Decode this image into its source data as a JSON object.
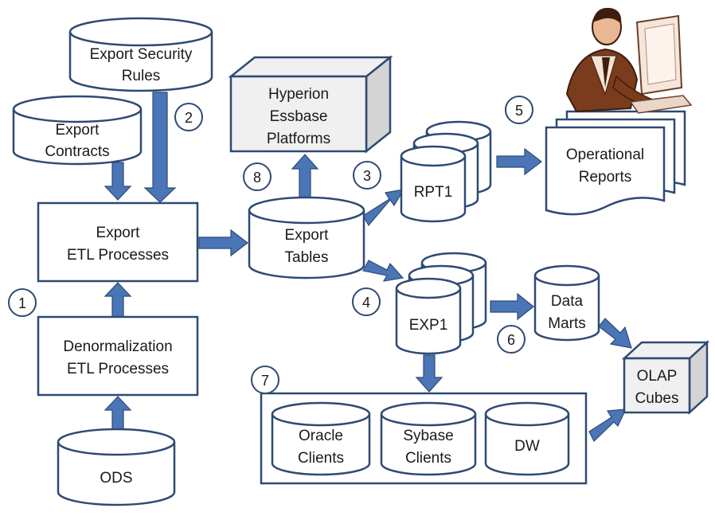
{
  "nodes": {
    "export_security_rules": {
      "line1": "Export Security",
      "line2": "Rules"
    },
    "export_contracts": {
      "line1": "Export",
      "line2": "Contracts"
    },
    "export_etl": {
      "line1": "Export",
      "line2": "ETL Processes"
    },
    "denorm_etl": {
      "line1": "Denormalization",
      "line2": "ETL Processes"
    },
    "ods": {
      "line1": "ODS"
    },
    "hyperion": {
      "line1": "Hyperion",
      "line2": "Essbase",
      "line3": "Platforms"
    },
    "export_tables": {
      "line1": "Export",
      "line2": "Tables"
    },
    "rpt1": {
      "line1": "RPT1"
    },
    "operational_reports": {
      "line1": "Operational",
      "line2": "Reports"
    },
    "exp1": {
      "line1": "EXP1"
    },
    "data_marts": {
      "line1": "Data",
      "line2": "Marts"
    },
    "olap_cubes": {
      "line1": "OLAP",
      "line2": "Cubes"
    },
    "oracle_clients": {
      "line1": "Oracle",
      "line2": "Clients"
    },
    "sybase_clients": {
      "line1": "Sybase",
      "line2": "Clients"
    },
    "dw": {
      "line1": "DW"
    }
  },
  "steps": [
    "1",
    "2",
    "3",
    "4",
    "5",
    "6",
    "7",
    "8"
  ],
  "colors": {
    "stroke": "#2e4a73",
    "arrow_fill": "#4a76b8",
    "box_fill": "#ffffff",
    "cube_front": "#f0f0f0",
    "cube_side": "#d4d4d4"
  },
  "icons": {
    "person": "businessman-at-computer-icon"
  }
}
